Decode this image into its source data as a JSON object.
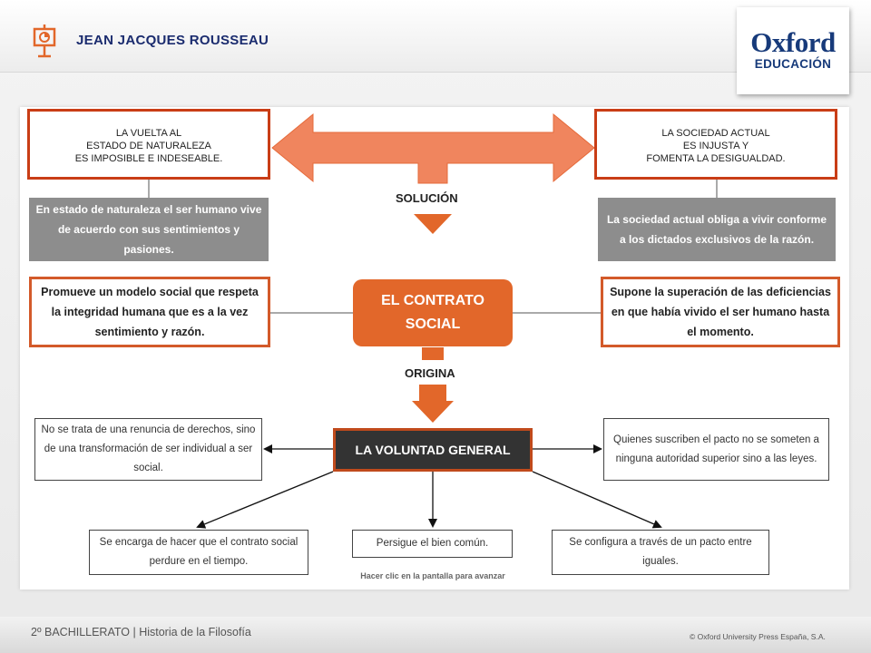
{
  "header": {
    "title": "JEAN JACQUES ROUSSEAU",
    "logo_line1": "Oxford",
    "logo_line2": "EDUCACIÓN"
  },
  "diagram": {
    "top_left": {
      "line1": "LA VUELTA AL",
      "line2": "ESTADO DE NATURALEZA",
      "line3": "ES IMPOSIBLE E INDESEABLE."
    },
    "top_right": {
      "line1": "LA SOCIEDAD ACTUAL",
      "line2": "ES INJUSTA Y",
      "line3": "FOMENTA LA DESIGUALDAD."
    },
    "grey_left": "En estado de naturaleza el ser humano vive de acuerdo con sus sentimientos y pasiones.",
    "grey_right": "La sociedad actual obliga a vivir conforme a los dictados exclusivos de la razón.",
    "solucion_label": "SOLUCIÓN",
    "central": {
      "line1": "EL CONTRATO",
      "line2": "SOCIAL"
    },
    "mid_left": "Promueve un modelo social que respeta la integridad humana que es a la vez sentimiento y razón.",
    "mid_right": "Supone la superación de las deficiencias en que había vivido el ser humano hasta el momento.",
    "origina_label": "ORIGINA",
    "voluntad": "LA VOLUNTAD GENERAL",
    "side_left": "No se trata de una renuncia de derechos, sino de una transformación de ser individual a ser social.",
    "side_right": "Quienes suscriben el pacto no se someten a ninguna autoridad superior sino a las leyes.",
    "bottom_left": "Se encarga de hacer que el contrato social perdure en el tiempo.",
    "bottom_center": "Persigue el bien común.",
    "bottom_right": "Se configura a través de un pacto entre iguales."
  },
  "hint": "Hacer clic en la pantalla para avanzar",
  "footer": {
    "left": "2º BACHILLERATO  | Historia de la Filosofía",
    "right": "© Oxford University Press España, S.A."
  },
  "colors": {
    "accent_orange": "#e2672a",
    "box_border": "#c93d16",
    "grey_box": "#8d8d8d",
    "dark_box": "#333333",
    "title_blue": "#1a2b6e"
  },
  "icons": {
    "header": "presentation-easel-icon"
  }
}
